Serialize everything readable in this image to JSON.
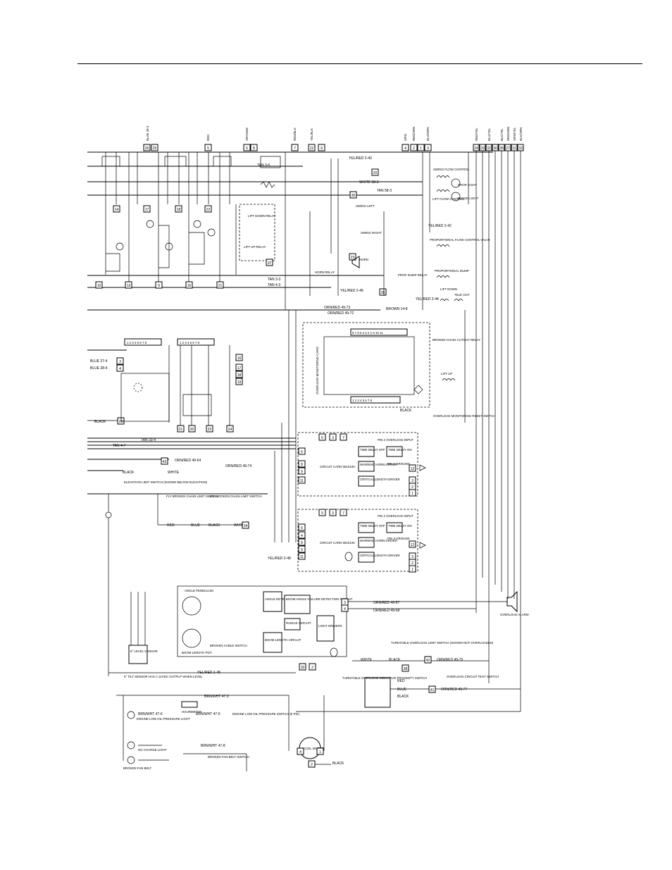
{
  "wire_labels": {
    "tan_33_4": "TAN 33-4",
    "tan_4_7": "TAN 4-7",
    "tan_3_5": "TAN 3-5",
    "tan_3_3": "TAN 3-3",
    "tan_4_3": "TAN 4-3",
    "white_58_3": "WHITE 58-3",
    "tan_58_3": "TAN 58-3",
    "yel_red_2_40": "YEL/RED 2-40",
    "yel_red_2_42": "YEL/RED 2-42",
    "yel_red_2_44": "YEL/RED 2-44",
    "yel_red_2_46": "YEL/RED 2-46",
    "yel_red_2_48": "YEL/RED 2-48",
    "black": "BLACK",
    "white": "WHITE",
    "blue_27_4": "BLUE 27-4",
    "blue_28_4": "BLUE 28-4",
    "orn_red_49_73": "ORN/RED 49-73",
    "orn_red_49_72": "ORN/RED 49-72",
    "orn_red_49_74": "ORN/RED 49-74",
    "orn_red_49_54": "ORN/RED 49-54",
    "orn_red_49_57": "ORN/RED 49-57",
    "orn_red_49_58": "ORN/RED 49-58",
    "orn_red_49_75": "ORN/RED 49-75",
    "orn_red_49_77": "ORN/RED 49-77",
    "brown_14_8": "BROWN 14-8",
    "brn_wht_47_5": "BRN/WHT 47-5",
    "brn_wht_47_6": "BRN/WHT 47-6",
    "brn_wht_47_3": "BRN/WHT 47-3",
    "brn_wht_47_8": "BRN/WHT 47-8",
    "red": "RED",
    "blue": "BLUE"
  },
  "top_terminals": [
    "BLUE 28-3",
    "RED",
    "ORANGE",
    "RED/BLK",
    "YEL/BLK",
    "ORN",
    "RED/ORN",
    "BLU/ORN",
    "RED/YEL",
    "BLU/YEL",
    "BLK/YEL",
    "RED/GRN",
    "ORN/YEL",
    "BLK/ORN",
    "BRN/WHT"
  ],
  "component_labels": {
    "swing_flow_control": "SWING FLOW CONTROL",
    "lift_flow_control": "LIFT FLOW CONTROL",
    "swing_left": "SWING LEFT",
    "swing_right": "SWING RIGHT",
    "lift_down_relay": "LIFT DOWN RELAY",
    "lift_up_relay": "LIFT UP RELAY",
    "horn_relay": "HORN RELAY",
    "horn": "HORN",
    "prop_flow_valve": "PROPORTIONAL FLOW CONTROL VALVE",
    "prop_dump_relay": "PROP DUMP RELAY",
    "prop_dump": "PROPORTIONAL DUMP",
    "lift_down": "LIFT DOWN",
    "tele_out": "TELE OUT",
    "lift_up": "LIFT UP",
    "broken_chain_cutout": "BROKEN CHAIN CUTOUT RELAY",
    "overload_reset": "OVERLOAD MONITORING RESET SWITCH",
    "overload_card": "OVERLOAD MONITORING CARD",
    "elevation_limit": "ELEVATION LIMIT SWITCH (SHOWN BELOW ELEVATION)",
    "fly_broken_chain": "FLY BROKEN CHAIN LIMIT SWITCH",
    "mid_broken_chain": "MID BROKEN CHAIN LIMIT SWITCH",
    "pin2_overload": "PIN 2 OVERLOAD INPUT",
    "time_delay_off": "TIME DELAY OFF",
    "time_delay_on": "TIME DELAY ON",
    "pin3_ground": "PIN 3 GROUND",
    "warning_horn_driver": "WARNING HORN DRIVER",
    "critical_length_driver": "CRITICAL LENGTH DRIVER",
    "circuit_card": "CIRCUIT CARD 0610100",
    "angle_pendulum": "ANGLE PENDULUM",
    "boom_length_pot": "BOOM LENGTH POT.",
    "broken_cable_switch": "BROKEN CABLE SWITCH",
    "angle_detection": "ANGLE DETECTION CIRCUIT",
    "boom_angle_failure": "BOOM ANGLE FAILURE DETECTION CIRCUIT",
    "radius_circuit": "RADIUS CIRCUIT",
    "light_drivers": "LIGHT DRIVERS",
    "boom_length_circuit": "BOOM LENGTH CIRCUIT",
    "overload_alarm": "OVERLOAD ALARM",
    "turntable_overload_switch": "TURNTABLE OVERLOAD LIMIT SWITCH (SHOWN NOT OVERLOADED)",
    "turntable_prox_switch": "TURNTABLE OVERLOAD INDUCTIVE PROXIMITY SWITCH",
    "overload_test_switch": "OVERLOAD CIRCUIT TEST SWITCH",
    "level_sensor": "5° LEVEL SENSOR",
    "tilt_note": "5° TILT SENSOR HAS A 12VDC OUTPUT WHEN LEVEL",
    "engine_oil_light": "ENGINE LOW OIL PRESSURE LIGHT",
    "engine_oil_switch": "ENGINE LOW OIL PRESSURE SWITCH (8 PSI)",
    "hour_meter": "HOURMETER",
    "no_charge_light": "NO CHARGE LIGHT",
    "broken_fan_belt": "BROKEN FAN BELT",
    "broken_fan_belt_switch": "BROKEN FAN BELT SWITCH",
    "accel_motor": "ACCEL MOTOR",
    "drop_light": "DROP LIGHT",
    "flood_light": "FLOOD LIGHT"
  }
}
